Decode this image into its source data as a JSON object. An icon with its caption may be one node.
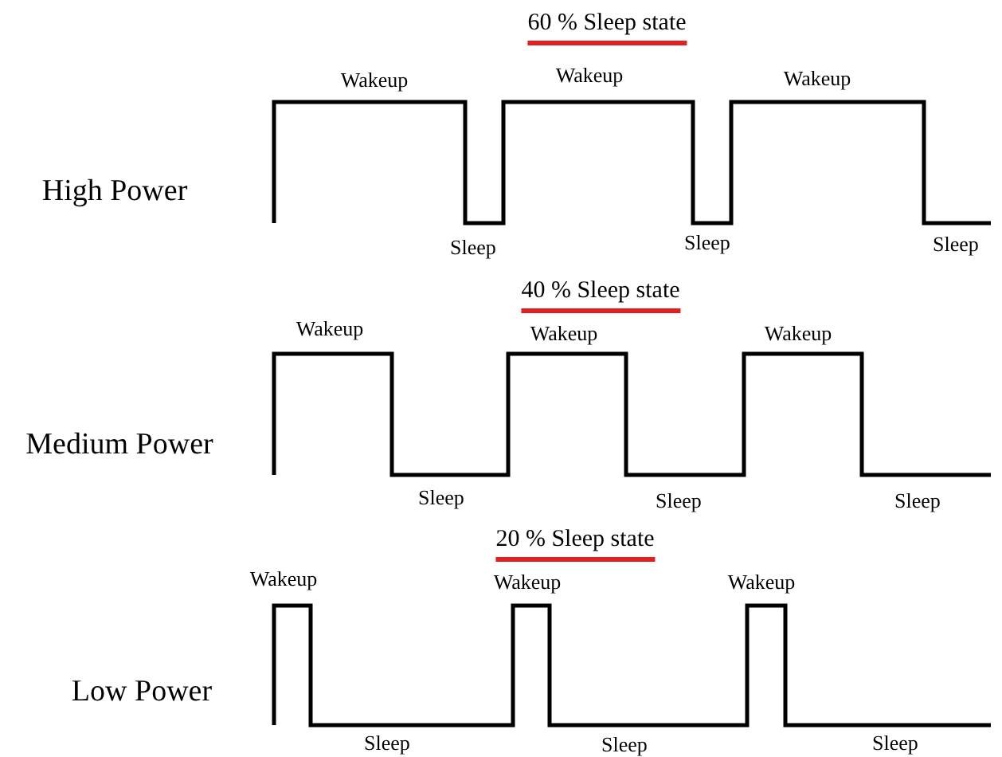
{
  "diagram": {
    "labels": [
      "60 % Sleep state",
      "Wakeup",
      "Wakeup",
      "Wakeup",
      "High Power",
      "Sleep",
      "Sleep",
      "Sleep",
      "40 % Sleep state",
      "Wakeup",
      "Wakeup",
      "Wakeup",
      "Medium Power",
      "Sleep",
      "Sleep",
      "Sleep",
      "20 % Sleep state",
      "Wakeup",
      "Wakeup",
      "Wakeup",
      "Low Power",
      "Sleep",
      "Sleep",
      "Sleep"
    ]
  }
}
